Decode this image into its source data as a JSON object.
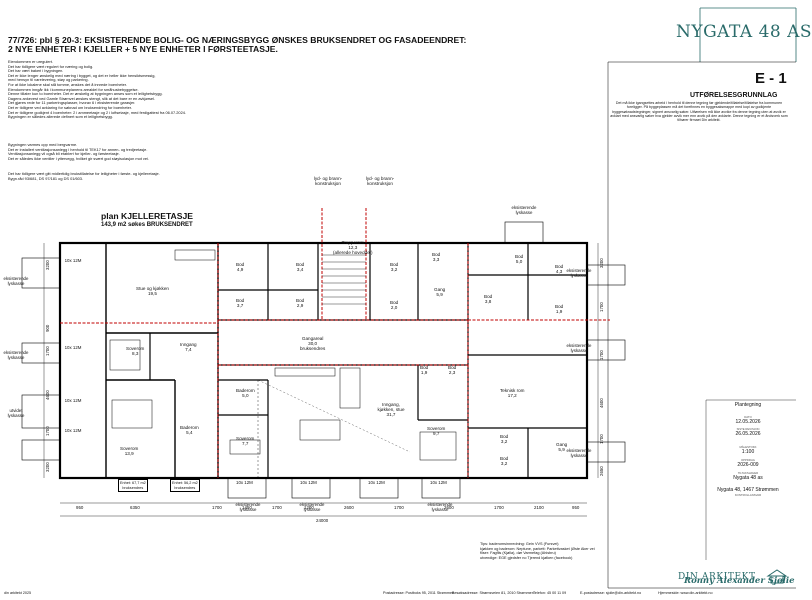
{
  "header": {
    "line1": "77/726: pbl § 20-3: EKSISTERENDE BOLIG- OG NÆRINGSBYGG ØNSKES BRUKSENDRET OG FASADEENDRET:",
    "line2": "2 NYE ENHETER I KJELLER + 5 NYE ENHETER I FØRSTEETASJE."
  },
  "notes": [
    "Eiendommen er uregulert.",
    "Det har tidligere vært regulert for næring og bolig.",
    "Det har vært bakeri i bygningen.",
    "Det er ikke lenger ønskelig med næring i bygget, og det er heller ikke hensiktsmessig,",
    "med hensyn til varelevering, støy og parkering.",
    "For at ikke lokalene skal stå tomme, ønskes det å innrede boenheter.",
    "Eiendommen inngår ikk i kommuneplanens arealdel for småhusbebyggelse.",
    "Denne tillater kun to boenheter. Det er ønskelig at bygningen anses som et leilighetsbygg.",
    "Dagens ankevest ved Gamle Strømvei ønskes stengt, slik at det bare er en avkjørsel.",
    "Det gjøres rede for 11 parkeringsplasser, hvorav 6 i eksisterende garasjer.",
    "Det er tidligere ved avklaring for søknad om bruksendring for boenheter.",
    "Det er tidligere godkjent 4 boenheter: 2 i ammeetasje og 2 i loftsetasje, med ferdigattest fra 06.07.2024.",
    "Bygningen er således allerede definert som et leilighetsbygg."
  ],
  "notes2": [
    "Bygningen varmes opp med bergvarme.",
    "Det er installert ventilasjonsanlegg i henhold til TEK17 for annen- og tredjeetasje.",
    "Ventilasjonsanlegg vil også bli etablert for kjeller- og førsteetasje.",
    "Det er således ikke ventiler i yttervegg, hvilket gir svært god støyisolasjon mot vei."
  ],
  "notes3": [
    "Det har tidligere vært gitt midlertidig brukstillatelse for leiligheter i første- og kjelleretasje.",
    "Bygn.råd 93/681, DS 97/181 og DS 01/603."
  ],
  "brand": "NYGATA 48 AS",
  "sheet_code": "E - 1",
  "sheet_title": "UTFØRELSESGRUNNLAG",
  "right_notes": "Det må ikke igangsettes arbeid i henhold til denne tegning før gjeldende/tillatelse/tillatelse fra kommunen foreligger. På byggeplassen må det forefinnes en byggesaksmappe med kopi av godkjente byggesøknadstegninger, signert ansvarlig søker. Utførelsen må ikke avvike fra denne tegning uten at avvik er avklart med ansvarlig søker hva gjelder avvik mer enn avvik på den avklarte. Denne tegning er et åndsverk som tilhører firmaet Din arkitekt.",
  "title_block": {
    "type": "Plantegning",
    "date_label": "DATO",
    "date": "12.05.2026",
    "rev_label": "SISTE REVISJON",
    "rev_date": "26.05.2026",
    "scale_label": "MÅLESTOKK",
    "scale": "1:100",
    "order_label": "OPPDRAG",
    "order_no": "2026-009",
    "client_label": "TILTAKSHAVER",
    "client": "Nygata 48 as",
    "address": "Nygata 48, 1467 Strømmen",
    "control": "KONTROLLANSVAR"
  },
  "signature": "Ronny Alexander Sjølie",
  "specs": [
    "Tips: baderomsinnredning: Gein VVS (Fursvei)",
    "kjøkken og baderom: Neptune, parkett: Parkettvasket (Øste Aker vei",
    "fliser: Fagflis (Kjølla), dør Varmefag (Ahisbru)",
    "utvendige: EGE gjedsfer no Tjerend kjølken (facebook)"
  ],
  "footer": {
    "left": "din arkitekt 2025",
    "postal": "Postadresse: Postboks 95, 2011 Strømmen",
    "visit": "Besøksadresse: Strømsveien 81, 2010 Strømmen",
    "phone": "Telefon: 45 00 11 09",
    "email": "E-postadresse: sjolie@din-arkitekt.no",
    "web": "Hjemmeside: www.din-arkitekt.no"
  },
  "logo_text": "DIN ARKITEKT",
  "plan": {
    "title": "plan KJELLERETASJE",
    "subtitle": "143,9 m2 søkes BRUKSENDRET",
    "rooms": [
      {
        "name": "Stue og kjøkken",
        "area": "19,5"
      },
      {
        "name": "Soverom",
        "area": "8,3"
      },
      {
        "name": "Inngang",
        "area": "7,4"
      },
      {
        "name": "Soverom",
        "area": "13,9"
      },
      {
        "name": "Baderom",
        "area": "5,4"
      },
      {
        "name": "Bod",
        "area": "4,9"
      },
      {
        "name": "Bod",
        "area": "3,4"
      },
      {
        "name": "Bod",
        "area": "3,7"
      },
      {
        "name": "Bod",
        "area": "2,9"
      },
      {
        "name": "Trapperom",
        "area": "12,3",
        "note": "(allerede hovedde!)"
      },
      {
        "name": "Bod",
        "area": "3,2"
      },
      {
        "name": "Bod",
        "area": "3,3"
      },
      {
        "name": "Gang",
        "area": "5,9"
      },
      {
        "name": "Bod",
        "area": "2,0"
      },
      {
        "name": "Bod",
        "area": "5,0"
      },
      {
        "name": "Bod",
        "area": "4,3"
      },
      {
        "name": "Bod",
        "area": "3,8"
      },
      {
        "name": "Bod",
        "area": "1,9"
      },
      {
        "name": "Gangareal",
        "area": "30,0",
        "note": "bruksendres"
      },
      {
        "name": "Bod",
        "area": "1,9"
      },
      {
        "name": "Bod",
        "area": "2,3"
      },
      {
        "name": "Teknisk rom",
        "area": "17,2"
      },
      {
        "name": "Baderom",
        "area": "5,0"
      },
      {
        "name": "Inngang, kjøkken, stue",
        "area": "31,7"
      },
      {
        "name": "Soverom",
        "area": "7,7"
      },
      {
        "name": "Soverom",
        "area": "9,7"
      },
      {
        "name": "Bod",
        "area": "3,2"
      },
      {
        "name": "Gang",
        "area": "5,9"
      },
      {
        "name": "Bod",
        "area": "3,2"
      }
    ],
    "construction_labels": [
      "lyd- og brann-konstruksjon",
      "lyd- og brann-konstruksjon"
    ],
    "existing_lightwell": "eksisterende lyskasse",
    "new_lightwell": "utvidet lyskasse",
    "window": "10x 12M",
    "units": [
      {
        "name": "Enhet: 67,7 m2",
        "note": "bruksendres"
      },
      {
        "name": "Enhet: 56,2 m2",
        "note": "bruksendres"
      }
    ],
    "bottom_dims": [
      "950",
      "6350",
      "1700",
      "1450",
      "1700",
      "1200",
      "2600",
      "1700",
      "2600",
      "1700",
      "2100",
      "950"
    ],
    "total_dim": "24000",
    "left_dims": [
      "3200",
      "900",
      "1700",
      "4600",
      "1700",
      "3200"
    ],
    "right_dims": [
      "3200",
      "1700",
      "1700",
      "4600",
      "1700",
      "2650"
    ]
  }
}
